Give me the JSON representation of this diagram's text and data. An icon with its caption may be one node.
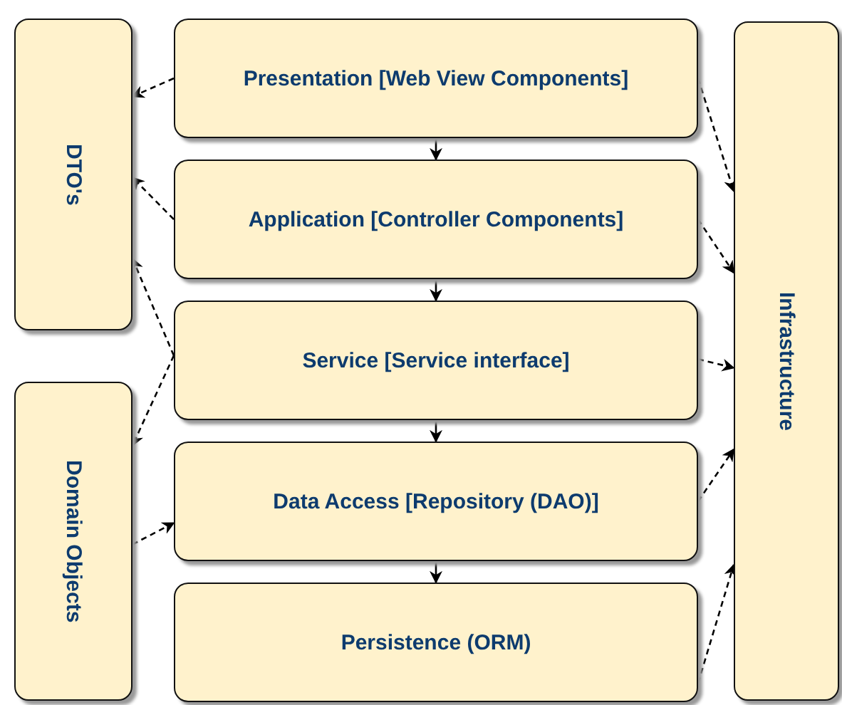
{
  "diagram": {
    "nodes": [
      {
        "text": [
          "Presentation [Web View Components]"
        ]
      },
      {
        "text": [
          "Application [Controller Components]"
        ]
      },
      {
        "text": [
          "Service [Service interface]"
        ]
      },
      {
        "text": [
          "Data Access [Repository (DAO)]"
        ]
      },
      {
        "text": [
          "Persistence (ORM)"
        ]
      },
      {
        "text": [
          "DTO's"
        ]
      },
      {
        "text": [
          "Domain Objects"
        ]
      },
      {
        "text": [
          "Infrastructure"
        ]
      }
    ],
    "edges": [
      {
        "from": 0,
        "to": 1,
        "arrow": "to"
      },
      {
        "from": 1,
        "to": 2,
        "arrow": "to"
      },
      {
        "from": 2,
        "to": 3,
        "arrow": "to"
      },
      {
        "from": 3,
        "to": 4,
        "arrow": "to"
      },
      {
        "from": 0,
        "to": 5,
        "arrow": "to",
        "style": "dashed"
      },
      {
        "from": 1,
        "to": 5,
        "arrow": "to",
        "style": "dashed"
      },
      {
        "from": 2,
        "to": 5,
        "arrow": "to",
        "style": "dashed"
      },
      {
        "from": 2,
        "to": 6,
        "arrow": "to",
        "style": "dashed"
      },
      {
        "from": 6,
        "to": 3,
        "arrow": "to",
        "style": "dashed"
      },
      {
        "from": 0,
        "to": 7,
        "arrow": "to",
        "style": "dashed"
      },
      {
        "from": 1,
        "to": 7,
        "arrow": "to",
        "style": "dashed"
      },
      {
        "from": 2,
        "to": 7,
        "arrow": "to",
        "style": "dashed"
      },
      {
        "from": 3,
        "to": 7,
        "arrow": "to",
        "style": "dashed"
      },
      {
        "from": 4,
        "to": 7,
        "arrow": "to",
        "style": "dashed"
      }
    ]
  }
}
